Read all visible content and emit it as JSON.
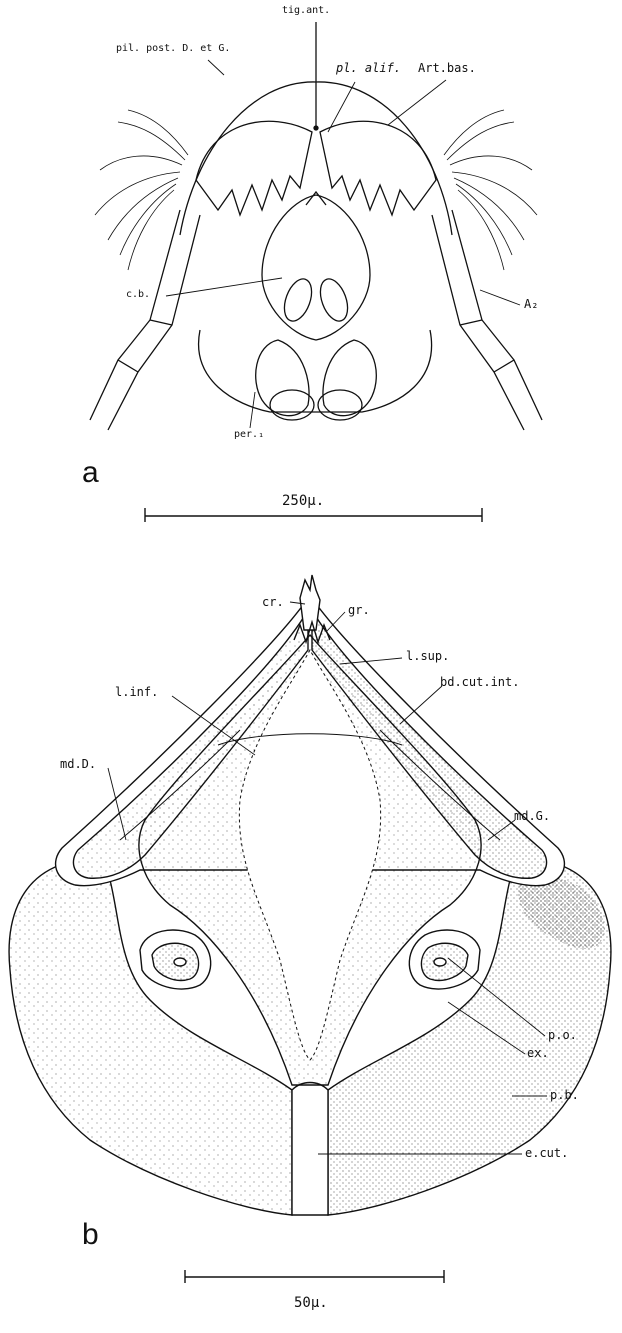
{
  "panels": {
    "a": {
      "letter": "a",
      "scale_bar": "250µ.",
      "labels": {
        "tig_ant": "tig.ant.",
        "pil_post": "pil. post. D. et G.",
        "pl_alif": "pl. alif.",
        "art_bas": "Art.bas.",
        "cb": "c.b.",
        "a2": "A₂",
        "per1": "per.₁"
      }
    },
    "b": {
      "letter": "b",
      "scale_bar": "50µ.",
      "labels": {
        "cr": "cr.",
        "gr": "gr.",
        "l_sup": "l.sup.",
        "bd_cut_int": "bd.cut.int.",
        "l_inf": "l.inf.",
        "md_d": "md.D.",
        "md_g": "md.G.",
        "po": "p.o.",
        "ex": "ex.",
        "pb": "p.b.",
        "e_cut": "e.cut."
      }
    }
  }
}
